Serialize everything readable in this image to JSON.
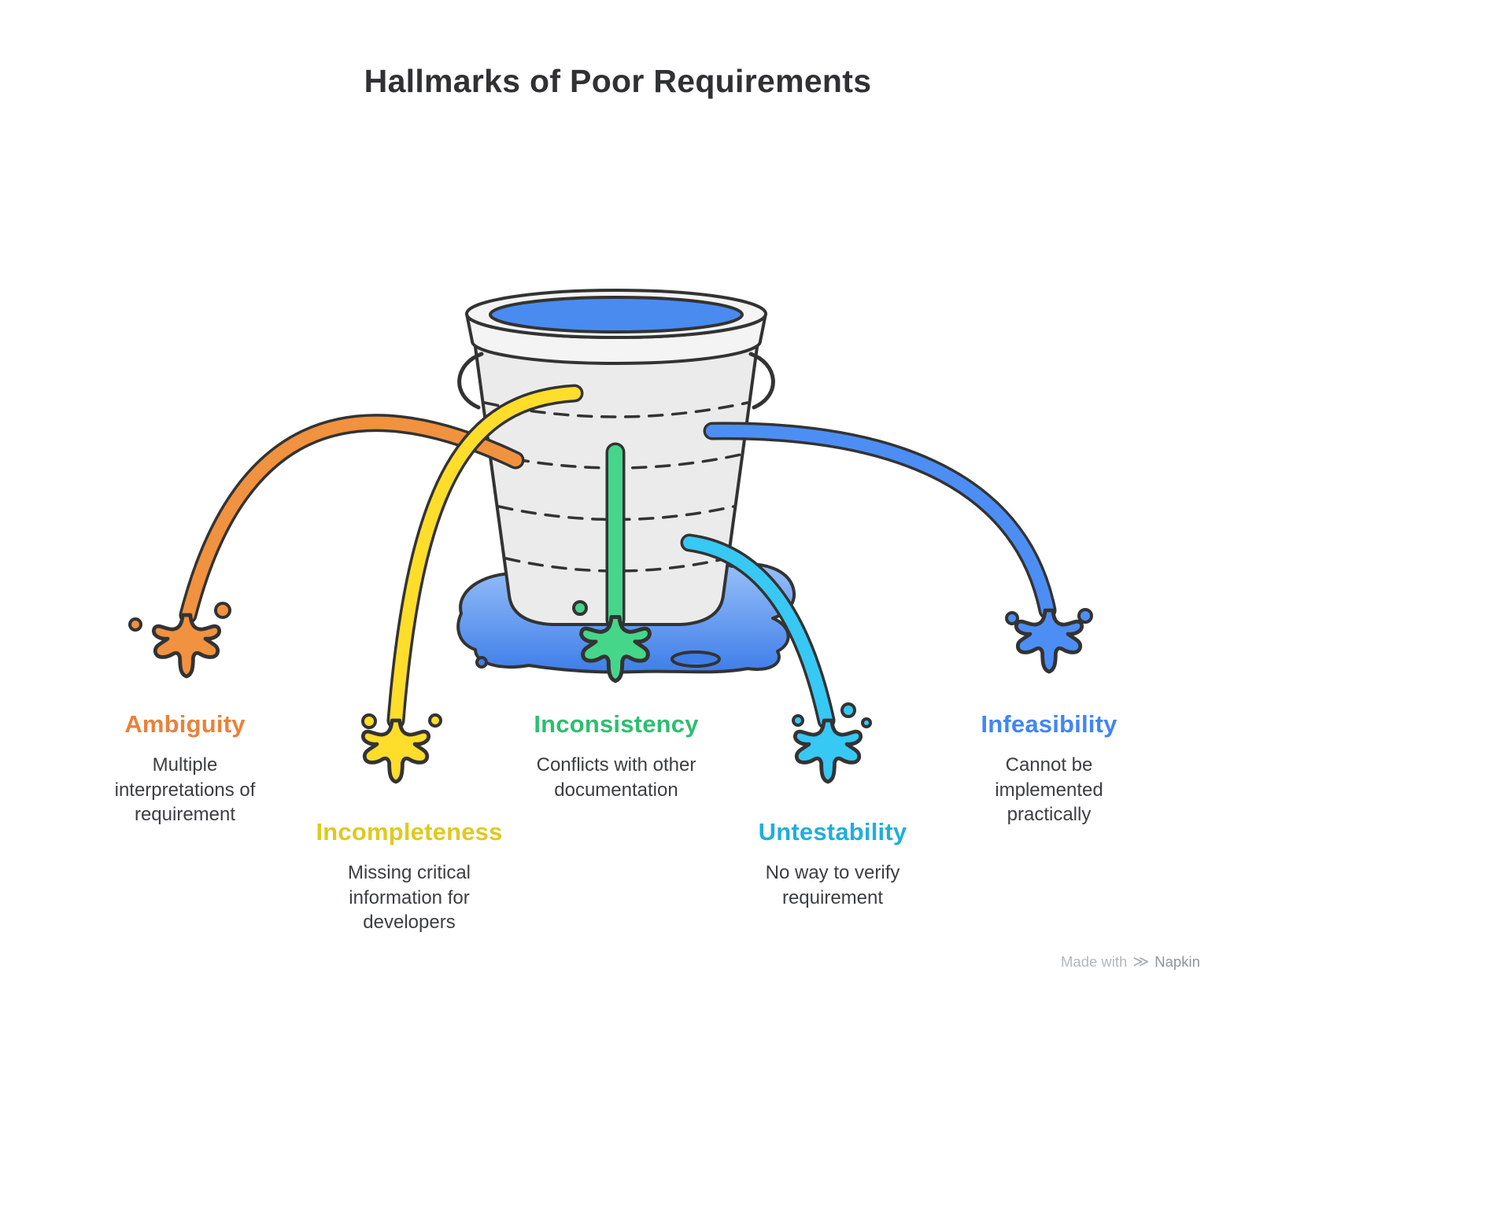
{
  "title": "Hallmarks of Poor Requirements",
  "items": [
    {
      "label": "Ambiguity",
      "description": "Multiple interpretations of requirement",
      "color": "#F0923F",
      "text_color": "#E8823C"
    },
    {
      "label": "Incompleteness",
      "description": "Missing critical information for developers",
      "color": "#FFDD2B",
      "text_color": "#E0C91E"
    },
    {
      "label": "Inconsistency",
      "description": "Conflicts with other documentation",
      "color": "#45D68A",
      "text_color": "#2EBE70"
    },
    {
      "label": "Untestability",
      "description": "No way to verify requirement",
      "color": "#38C8F4",
      "text_color": "#1FAEDC"
    },
    {
      "label": "Infeasibility",
      "description": "Cannot be implemented practically",
      "color": "#4D8EF5",
      "text_color": "#4285F4"
    }
  ],
  "bucket": {
    "body_color": "#EBEBEB",
    "rim_color": "#F4F4F4",
    "water_color": "#4A8BF0",
    "puddle_top": "#9CC3F8",
    "puddle_bottom": "#3F7EE9",
    "outline_color": "#333333"
  },
  "footer": {
    "made_with": "Made with",
    "brand": "Napkin",
    "logo_glyph": "≫"
  }
}
